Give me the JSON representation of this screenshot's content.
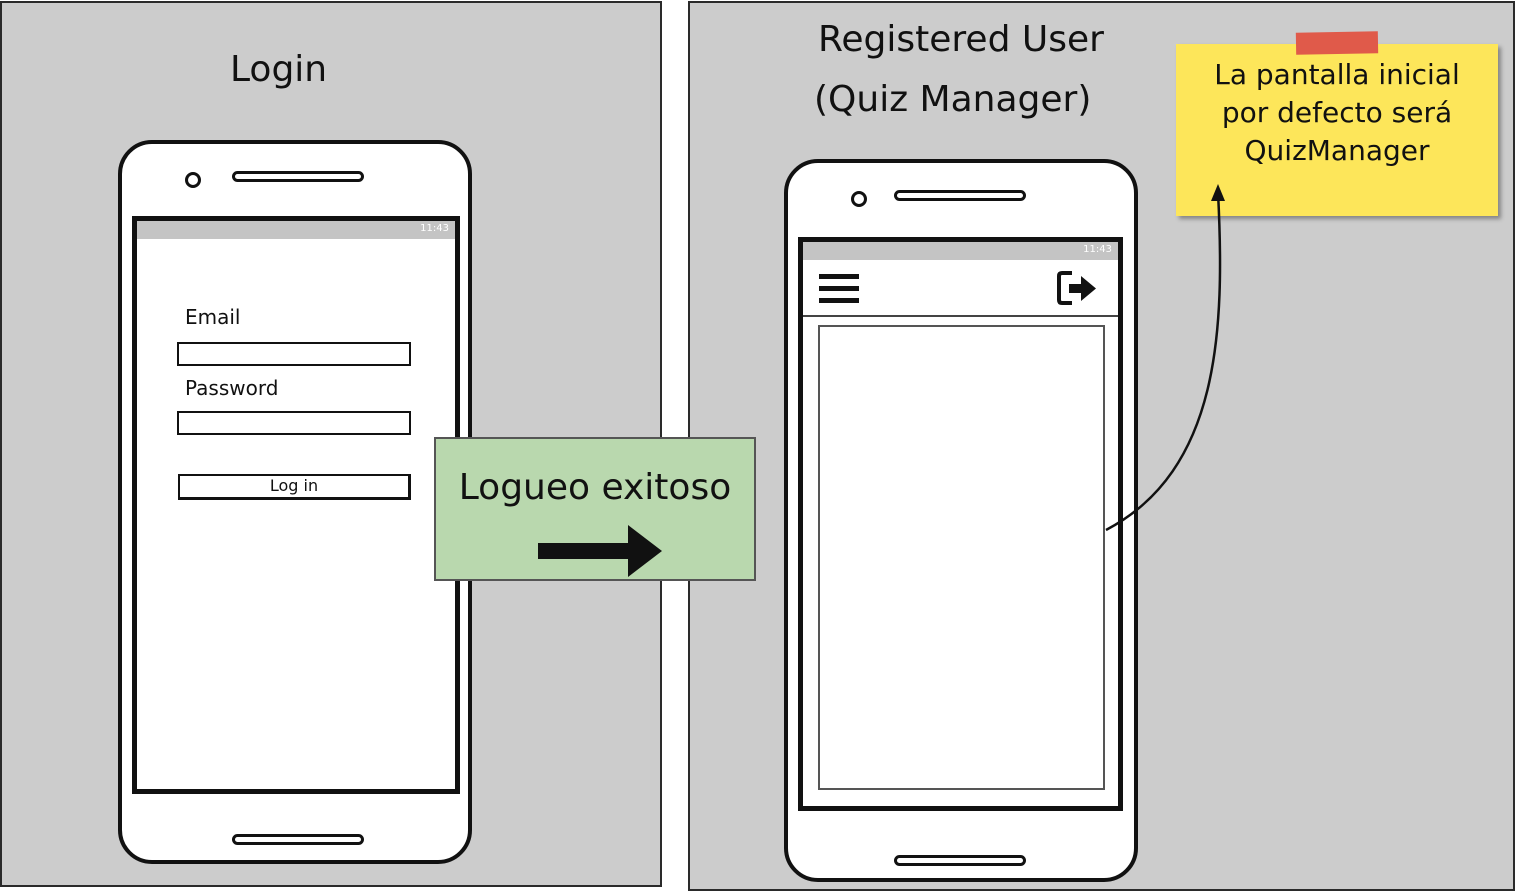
{
  "left_panel": {
    "title": "Login",
    "phone": {
      "status_time": "11:43",
      "form": {
        "email_label": "Email",
        "email_value": "",
        "password_label": "Password",
        "password_value": "",
        "login_button": "Log in"
      }
    }
  },
  "transition": {
    "label": "Logueo exitoso",
    "arrow_icon": "right-arrow-icon",
    "color": "#b9d8ae"
  },
  "right_panel": {
    "title_line1": "Registered User",
    "title_line2": "(Quiz Manager)",
    "phone": {
      "status_time": "11:43",
      "toolbar": {
        "menu_icon": "hamburger-menu-icon",
        "logout_icon": "logout-icon"
      }
    }
  },
  "note": {
    "text": "La pantalla inicial por defecto será QuizManager",
    "color": "#fde65a",
    "tape_color": "#e05a4a"
  },
  "colors": {
    "panel_background": "#cccccc",
    "status_bar": "#c4c4c4"
  }
}
